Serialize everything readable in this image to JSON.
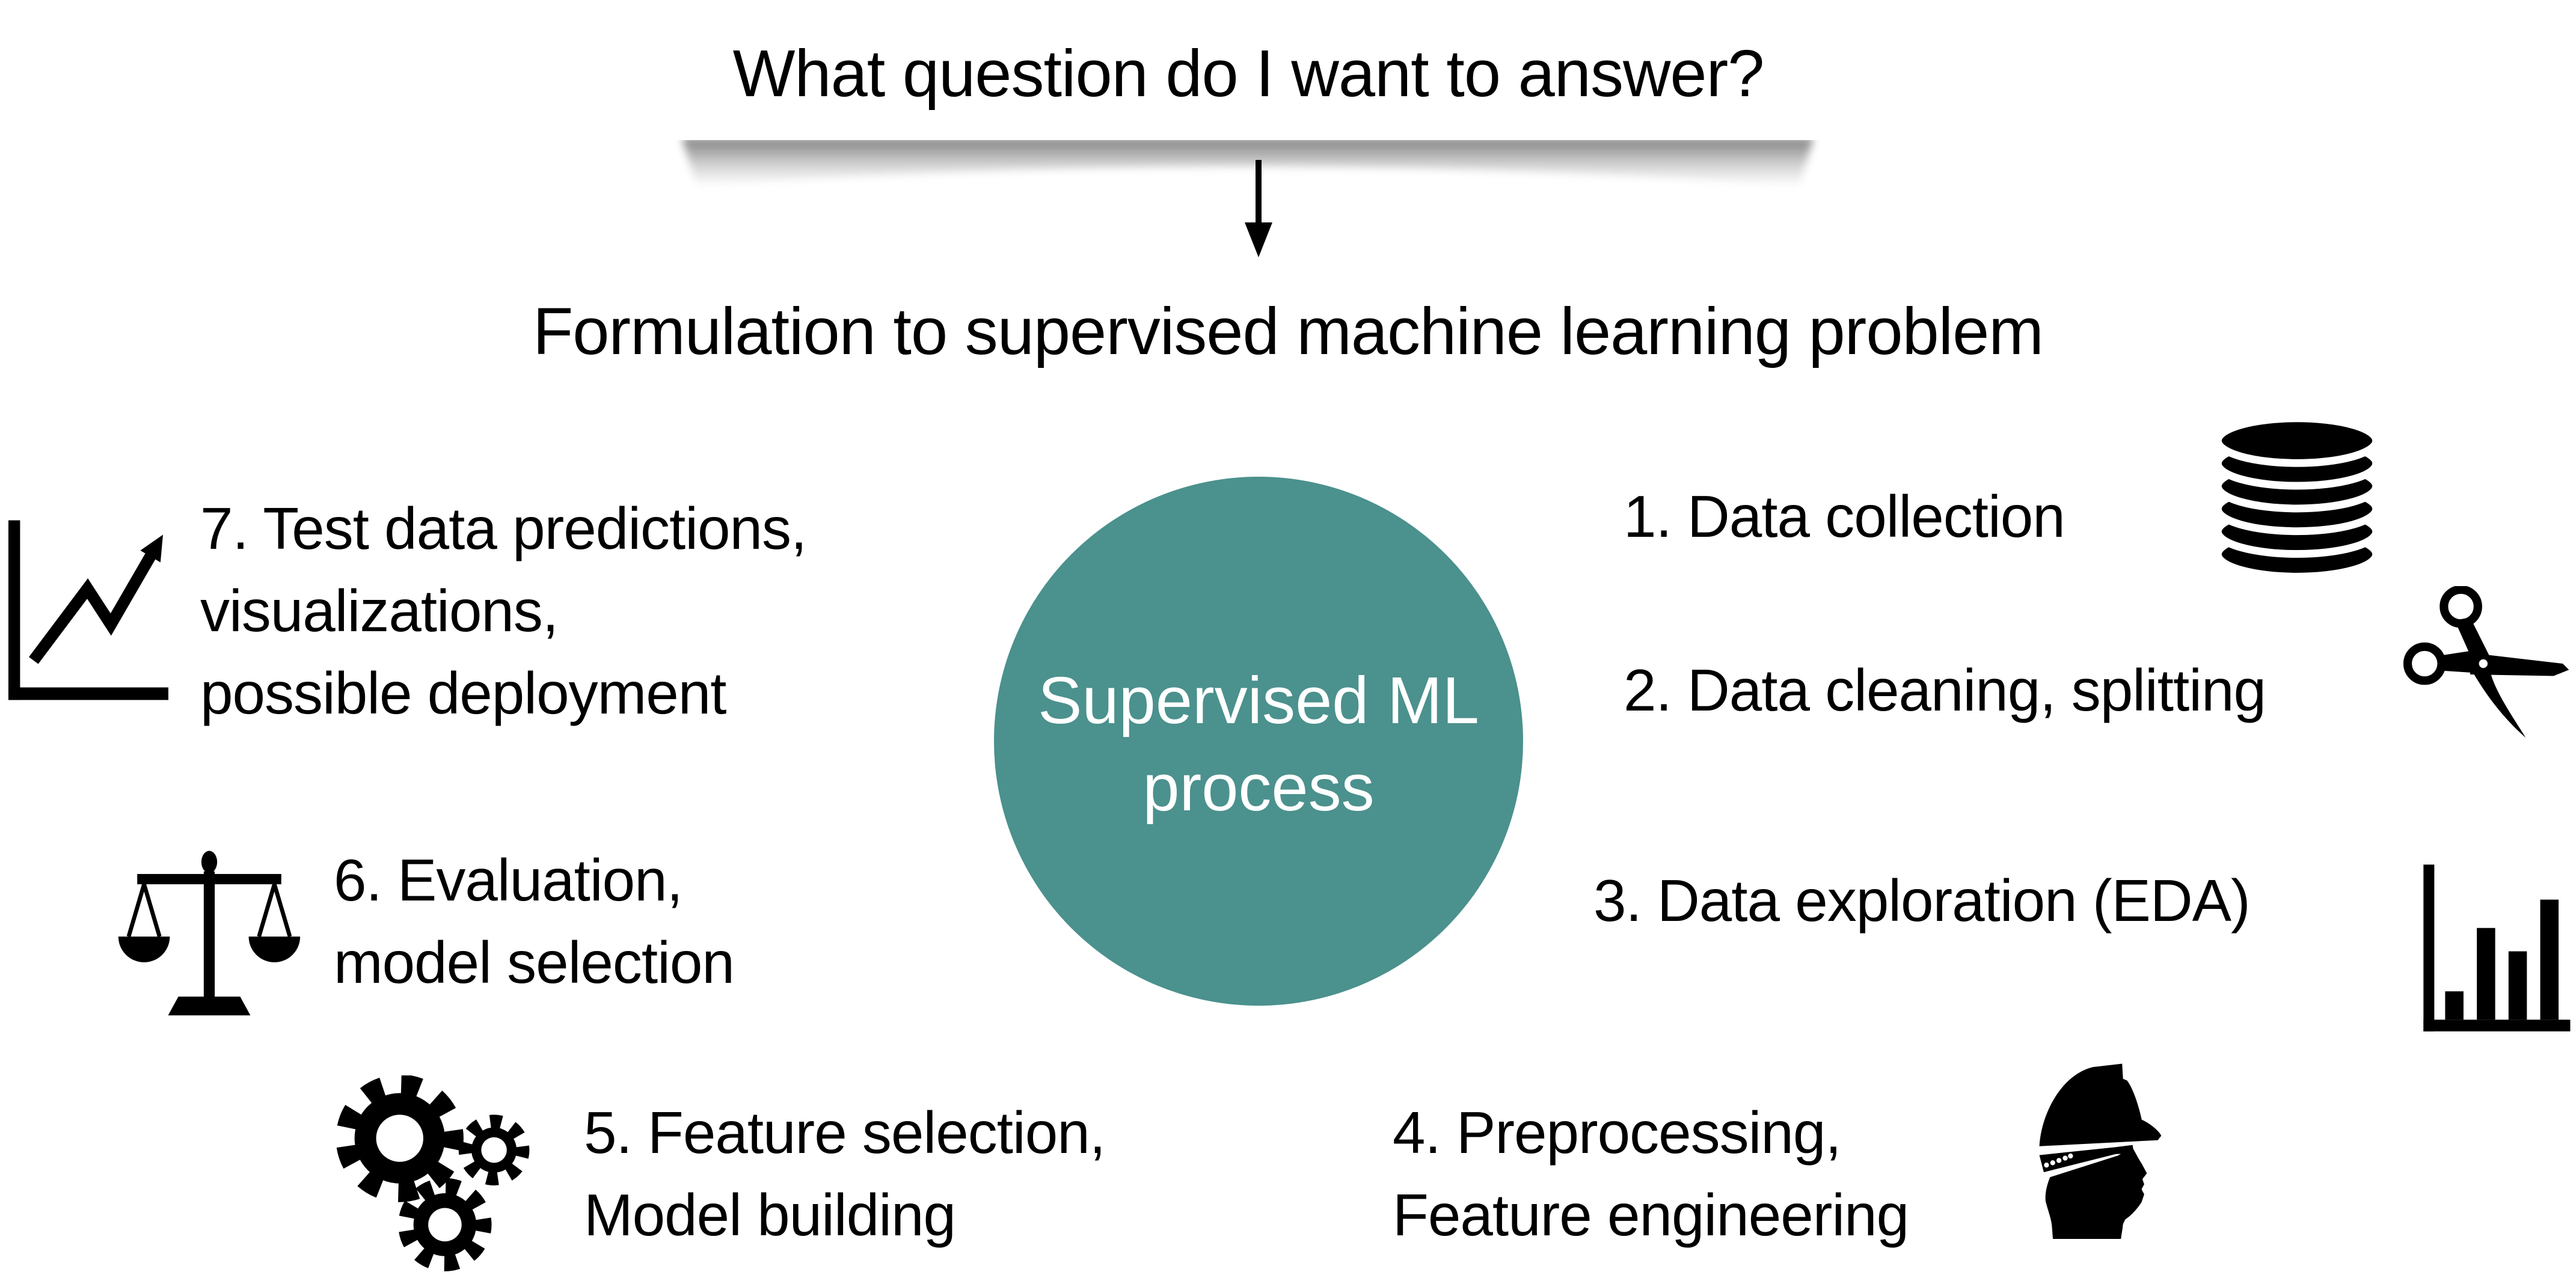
{
  "question_box": {
    "label": "What question do I want to answer?"
  },
  "flow_arrow": {
    "direction": "down"
  },
  "formulation": {
    "label": "Formulation to supervised machine learning problem"
  },
  "center_circle": {
    "line1": "Supervised ML",
    "line2": "process"
  },
  "steps": [
    {
      "id": 1,
      "icon": "database-icon",
      "lines": [
        "1. Data collection"
      ]
    },
    {
      "id": 2,
      "icon": "scissors-icon",
      "lines": [
        "2. Data cleaning, splitting"
      ]
    },
    {
      "id": 3,
      "icon": "bar-chart-icon",
      "lines": [
        "3. Data exploration (EDA)"
      ]
    },
    {
      "id": 4,
      "icon": "hard-hat-worker-icon",
      "lines": [
        "4. Preprocessing,",
        "Feature engineering"
      ]
    },
    {
      "id": 5,
      "icon": "gears-icon",
      "lines": [
        "5. Feature selection,",
        "Model building"
      ]
    },
    {
      "id": 6,
      "icon": "scales-icon",
      "lines": [
        "6. Evaluation,",
        "model selection"
      ]
    },
    {
      "id": 7,
      "icon": "line-chart-icon",
      "lines": [
        "7. Test data predictions,",
        "visualizations,",
        "possible deployment"
      ]
    }
  ],
  "colors": {
    "circle_teal": "#4B918D",
    "circle_text": "#FFFFFF",
    "ink": "#000000",
    "background": "#FFFFFF",
    "shadow_gray": "#8A8A8A"
  }
}
